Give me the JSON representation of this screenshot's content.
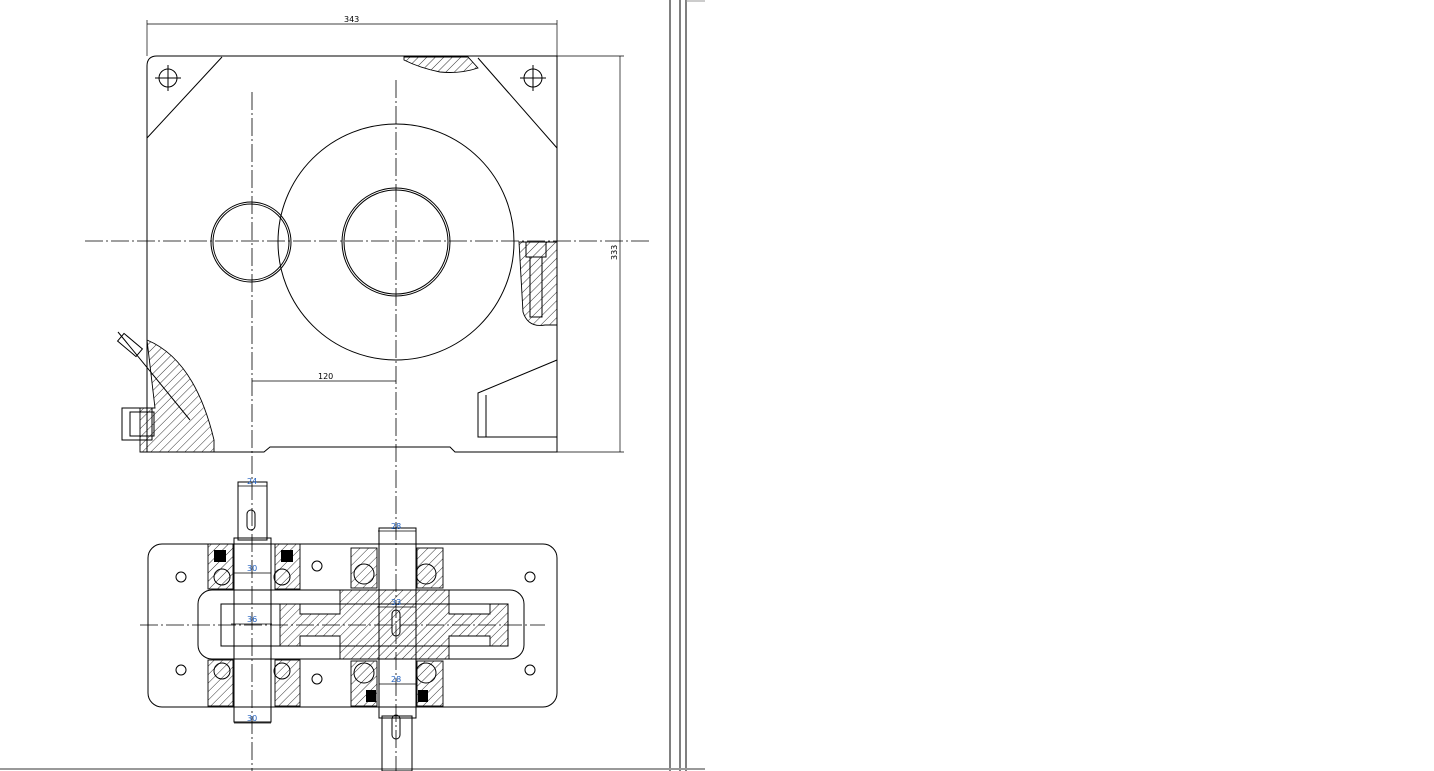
{
  "drawing": {
    "top_view": {
      "dim_width": "343",
      "dim_height": "333",
      "dim_center_distance": "120"
    },
    "plan_view": {
      "dim_input_shaft_end": "24",
      "dim_input_bearing": "30",
      "dim_input_gear": "36",
      "dim_input_shaft_bottom": "30",
      "dim_output_shaft_top": "28",
      "dim_output_gear_bore": "33",
      "dim_output_shaft_bottom": "28"
    }
  }
}
